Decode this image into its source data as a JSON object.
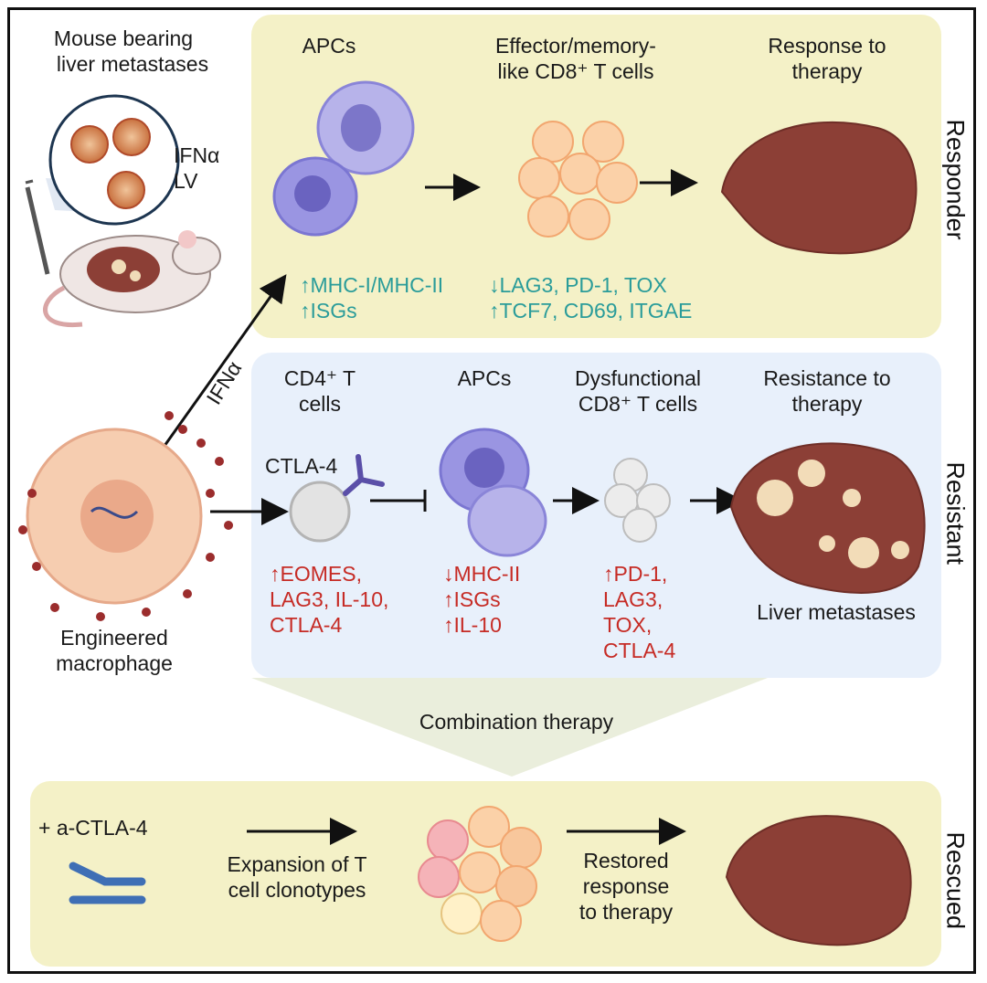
{
  "mouse": {
    "title_line1": "Mouse bearing",
    "title_line2": "liver metastases",
    "ifn_line1": "IFNα",
    "ifn_line2": "LV"
  },
  "responder": {
    "side_label": "Responder",
    "apcs": "APCs",
    "cd8_line1": "Effector/memory-",
    "cd8_line2": "like CD8⁺ T cells",
    "response_line1": "Response to",
    "response_line2": "therapy",
    "apc_markers": [
      "↑MHC-I/MHC-II",
      "↑ISGs"
    ],
    "cd8_markers": [
      "↓LAG3, PD-1, TOX",
      "↑TCF7, CD69, ITGAE"
    ]
  },
  "ifn_arrow_label": "IFNα",
  "macrophage": {
    "line1": "Engineered",
    "line2": "macrophage"
  },
  "resistant": {
    "side_label": "Resistant",
    "cd4_line1": "CD4⁺ T",
    "cd4_line2": "cells",
    "apcs": "APCs",
    "dys_line1": "Dysfunctional",
    "dys_line2": "CD8⁺ T cells",
    "resist_line1": "Resistance to",
    "resist_line2": "therapy",
    "ctla4_label": "CTLA-4",
    "cd4_markers": [
      "↑EOMES,",
      "LAG3, IL-10,",
      "CTLA-4"
    ],
    "apc_markers": [
      "↓MHC-II",
      "↑ISGs",
      "↑IL-10"
    ],
    "cd8_markers": [
      "↑PD-1,",
      "LAG3,",
      "TOX,",
      "CTLA-4"
    ],
    "liver_label": "Liver metastases"
  },
  "combination": "Combination therapy",
  "rescued": {
    "side_label": "Rescued",
    "drug": "+ a-CTLA-4",
    "expansion_line1": "Expansion of T",
    "expansion_line2": "cell clonotypes",
    "restored_line1": "Restored",
    "restored_line2": "response",
    "restored_line3": "to therapy"
  },
  "colors": {
    "responder_bg": "#f4f1c7",
    "resistant_bg": "#e8f0fb",
    "teal": "#2a9c9a",
    "red": "#c62b25",
    "liver": "#8c3f36",
    "apc": "#a9a4e6",
    "tcell": "#f8c79c"
  }
}
